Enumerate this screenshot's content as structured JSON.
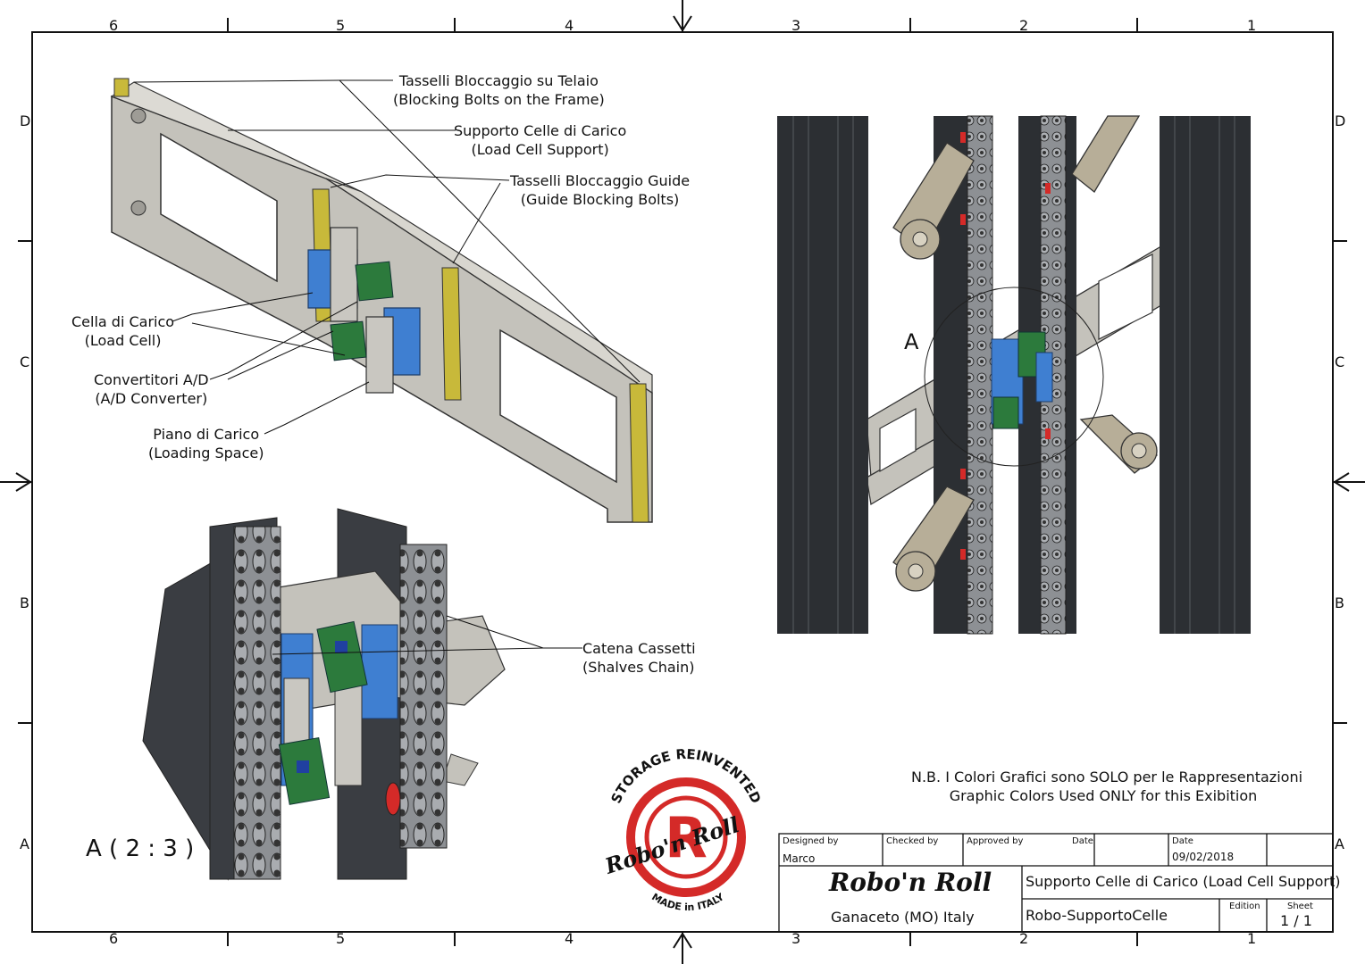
{
  "drawing": {
    "zones": {
      "columns": [
        "6",
        "5",
        "4",
        "3",
        "2",
        "1"
      ],
      "rows": [
        "D",
        "C",
        "B",
        "A"
      ]
    },
    "callouts": [
      {
        "it": "Tasselli Bloccaggio su Telaio",
        "en": "(Blocking Bolts on the Frame)"
      },
      {
        "it": "Supporto Celle di Carico",
        "en": "(Load Cell Support)"
      },
      {
        "it": "Tasselli Bloccaggio Guide",
        "en": "(Guide Blocking Bolts)"
      },
      {
        "it": "Cella di Carico",
        "en": "(Load Cell)"
      },
      {
        "it": "Convertitori A/D",
        "en": "(A/D Converter)"
      },
      {
        "it": "Piano di Carico",
        "en": "(Loading Space)"
      },
      {
        "it": "Catena Cassetti",
        "en": "(Shalves Chain)"
      }
    ],
    "detail_marker": "A",
    "detail_view_label": "A ( 2 : 3 )",
    "note": {
      "line1": "N.B. I Colori Grafici sono SOLO per le Rappresentazioni",
      "line2": "Graphic Colors Used ONLY for this Exibition"
    },
    "logo": {
      "arc_top": "STORAGE REINVENTED",
      "script": "Robo'n Roll",
      "arc_bottom": "MADE in ITALY",
      "letter": "R"
    },
    "colors": {
      "frame_metal": "#c4c2bb",
      "guide_bolt": "#c8b93a",
      "load_cell": "#3f7fd1",
      "pcb": "#2c7a3c",
      "profile_dark": "#2c2f33",
      "chain": "#8d9094",
      "arm": "#b7ae98",
      "logo_red": "#d42a28"
    }
  },
  "title_block": {
    "designed_by_label": "Designed by",
    "designed_by": "Marco",
    "checked_by_label": "Checked by",
    "approved_by_label": "Approved by",
    "date_label_1": "Date",
    "date_label_2": "Date",
    "date": "09/02/2018",
    "company": "Robo'n Roll",
    "location": "Ganaceto (MO) Italy",
    "title": "Supporto Celle di Carico (Load Cell Support)",
    "file_name": "Robo-SupportoCelle",
    "edition_label": "Edition",
    "sheet_label": "Sheet",
    "sheet": "1 / 1"
  }
}
